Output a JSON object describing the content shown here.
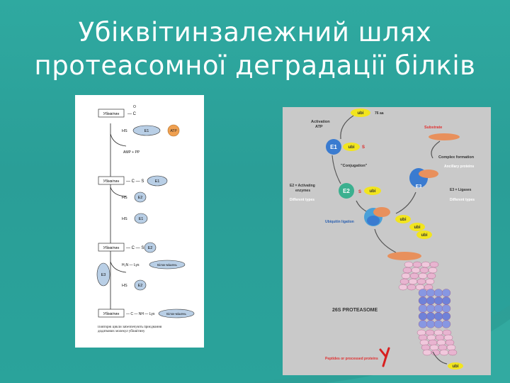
{
  "title": {
    "line1": "Убіквітинзалежний шлях",
    "line2": "протеасомної деградації білків"
  },
  "left_diagram": {
    "ubiquitin": "Убіквітин",
    "atp": "ATP",
    "amp": "AMP + PP",
    "e1": "E1",
    "e2": "E2",
    "e3": "E3",
    "hs": "HS",
    "s": "S",
    "lys": "Lys",
    "protein": "Білок-мішень",
    "caption": "Повторні цикли забезпечують приєднання додаткових молекул убіквітину"
  },
  "right_diagram": {
    "ubi": "ubi",
    "size": "76 aa",
    "activation": "Activation ATP",
    "e1": "E1",
    "s": "S",
    "conjugation": "\"Conjugation\"",
    "e2_label": "E2 = Activating enzymes",
    "e2_sub": "Different types",
    "e2": "E2",
    "substrate": "Substrate",
    "complex": "Complex formation",
    "ancillary": "Ancillary proteins",
    "e3": "E3",
    "e3_label": "E3 = Ligases",
    "e3_sub": "Different types",
    "ligation": "Ubiquitin ligation",
    "proteasome": "26S PROTEASOME",
    "peptides": "Peptides or processed proteins"
  }
}
